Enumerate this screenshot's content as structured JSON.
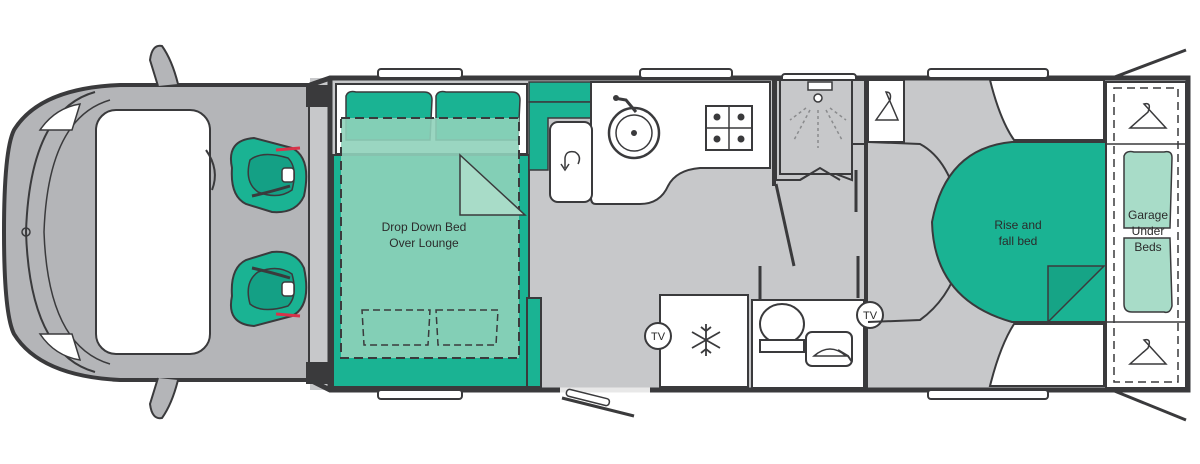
{
  "labels": {
    "drop_down_bed_line1": "Drop Down Bed",
    "drop_down_bed_line2": "Over Lounge",
    "rise_fall_line1": "Rise and",
    "rise_fall_line2": "fall bed",
    "garage_line1": "Garage",
    "garage_line2": "Under",
    "garage_line3": "Beds",
    "tv_left": "TV",
    "tv_right": "TV"
  },
  "colors": {
    "teal": "#1ab393",
    "teal_light": "#a8dcc8",
    "teal_mid": "#8fd2ba",
    "floor_grey": "#c7c8ca",
    "wall": "#3a3a3c",
    "cab_grey": "#b4b5b8"
  }
}
